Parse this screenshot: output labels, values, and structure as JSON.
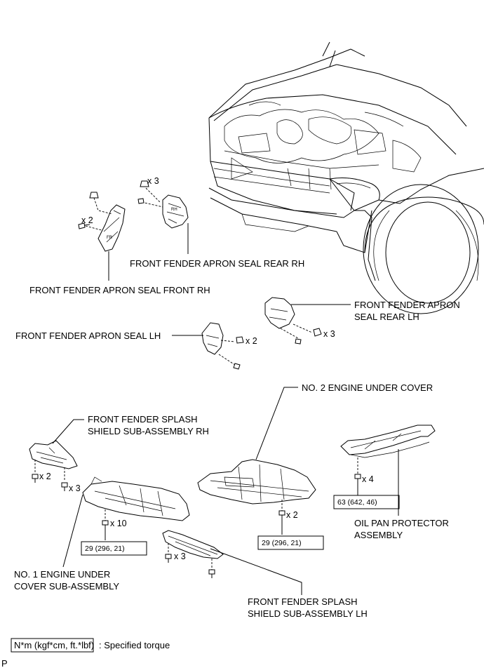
{
  "labels": {
    "seal_rear_rh": "FRONT FENDER APRON SEAL REAR RH",
    "seal_front_rh": "FRONT FENDER APRON SEAL FRONT RH",
    "seal_rear_lh_1": "FRONT FENDER APRON",
    "seal_rear_lh_2": "SEAL REAR LH",
    "seal_lh": "FRONT FENDER APRON SEAL LH",
    "no2_cover": "NO. 2 ENGINE UNDER COVER",
    "splash_rh_1": "FRONT FENDER SPLASH",
    "splash_rh_2": "SHIELD SUB-ASSEMBLY RH",
    "oil_pan_1": "OIL PAN PROTECTOR",
    "oil_pan_2": "ASSEMBLY",
    "no1_cover_1": "NO. 1 ENGINE UNDER",
    "no1_cover_2": "COVER SUB-ASSEMBLY",
    "splash_lh_1": "FRONT FENDER SPLASH",
    "splash_lh_2": "SHIELD SUB-ASSEMBLY LH"
  },
  "quantities": {
    "front_rh_clip": "x 2",
    "rear_rh_clip": "x 3",
    "lh_seal_clip": "x 2",
    "rear_lh_clip": "x 3",
    "splash_rh_clip": "x 2",
    "splash_rh_bolt": "x 3",
    "no1_bolt": "x 10",
    "no2_bolt": "x 2",
    "oil_pan_bolt": "x 4",
    "splash_lh_bolt": "x 3"
  },
  "torques": {
    "no1": "29 (296, 21)",
    "no2": "29 (296, 21)",
    "oil_pan": "63 (642, 46)"
  },
  "legend": {
    "unit": "N*m (kgf*cm, ft.*lbf)",
    "text": ": Specified torque"
  },
  "corner_mark": "P"
}
